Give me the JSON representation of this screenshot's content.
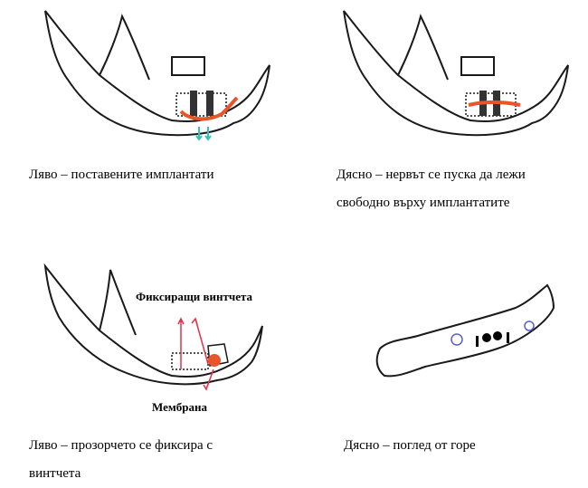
{
  "panels": {
    "top_left": {
      "caption": "Ляво – поставените имплантати"
    },
    "top_right": {
      "caption_line1": "Дясно – нервът се пуска да лежи",
      "caption_line2": "свободно върху имплантатите"
    },
    "bottom_left": {
      "label_screws": "Фиксиращи винтчета",
      "label_membrane": "Мембрана",
      "caption_line1": "Ляво – прозорчето се фиксира с",
      "caption_line2": "винтчета"
    },
    "bottom_right": {
      "caption": "Дясно – поглед от горе"
    }
  },
  "colors": {
    "outline": "#1a1a1a",
    "nerve": "#e8552a",
    "screw_arrow": "#e0304a",
    "suture": "#35c0b8",
    "socket": "#5a5fc8"
  }
}
